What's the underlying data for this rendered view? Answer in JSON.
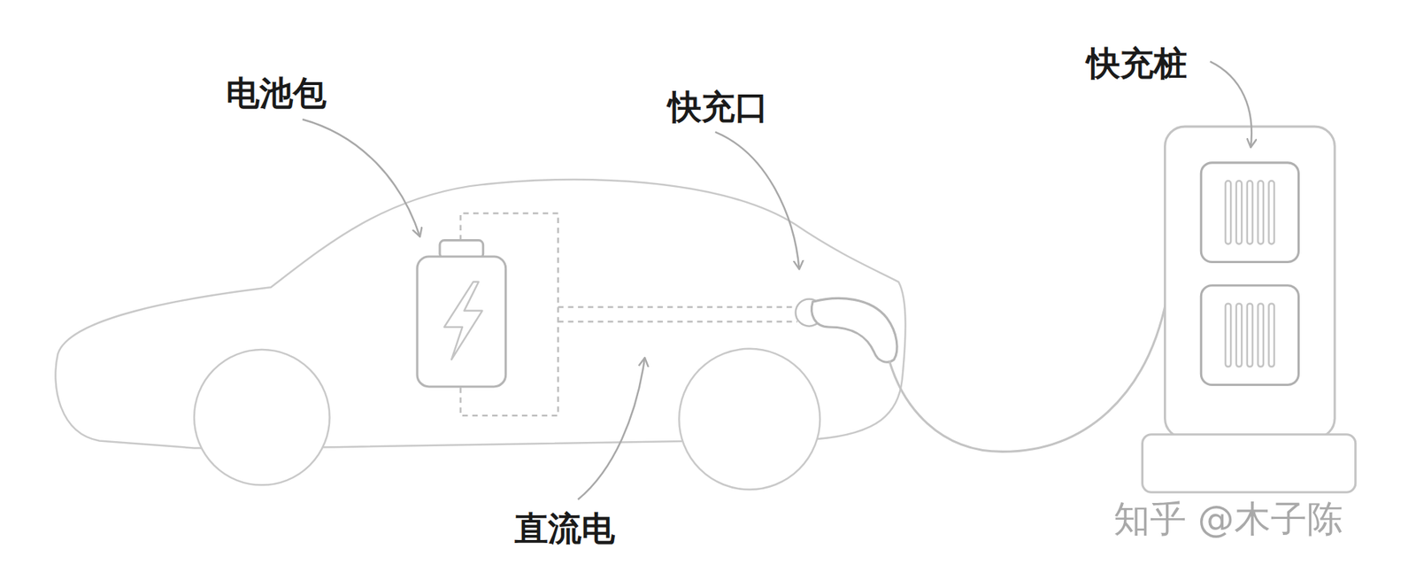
{
  "diagram": {
    "labels": [
      "电池包",
      "快充口",
      "快充桩",
      "直流电",
      "知乎 @木子陈"
    ]
  }
}
